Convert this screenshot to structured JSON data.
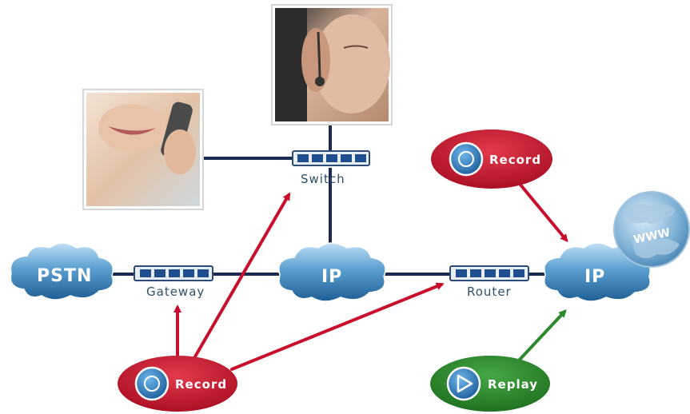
{
  "clouds": {
    "pstn": "PSTN",
    "ip_center": "IP",
    "ip_right": "IP"
  },
  "devices": {
    "gateway": "Gateway",
    "switch": "Switch",
    "router": "Router"
  },
  "globe": {
    "text": "WWW"
  },
  "buttons": {
    "record_top": "Record",
    "record_bottom": "Record",
    "replay": "Replay"
  },
  "colors": {
    "line": "#1a2a52",
    "record_red": "#c8102e",
    "replay_green": "#2f8a2f",
    "cloud_blue": "#3f7fb5"
  },
  "icons": [
    "play-icon",
    "record-icon",
    "globe-icon"
  ]
}
